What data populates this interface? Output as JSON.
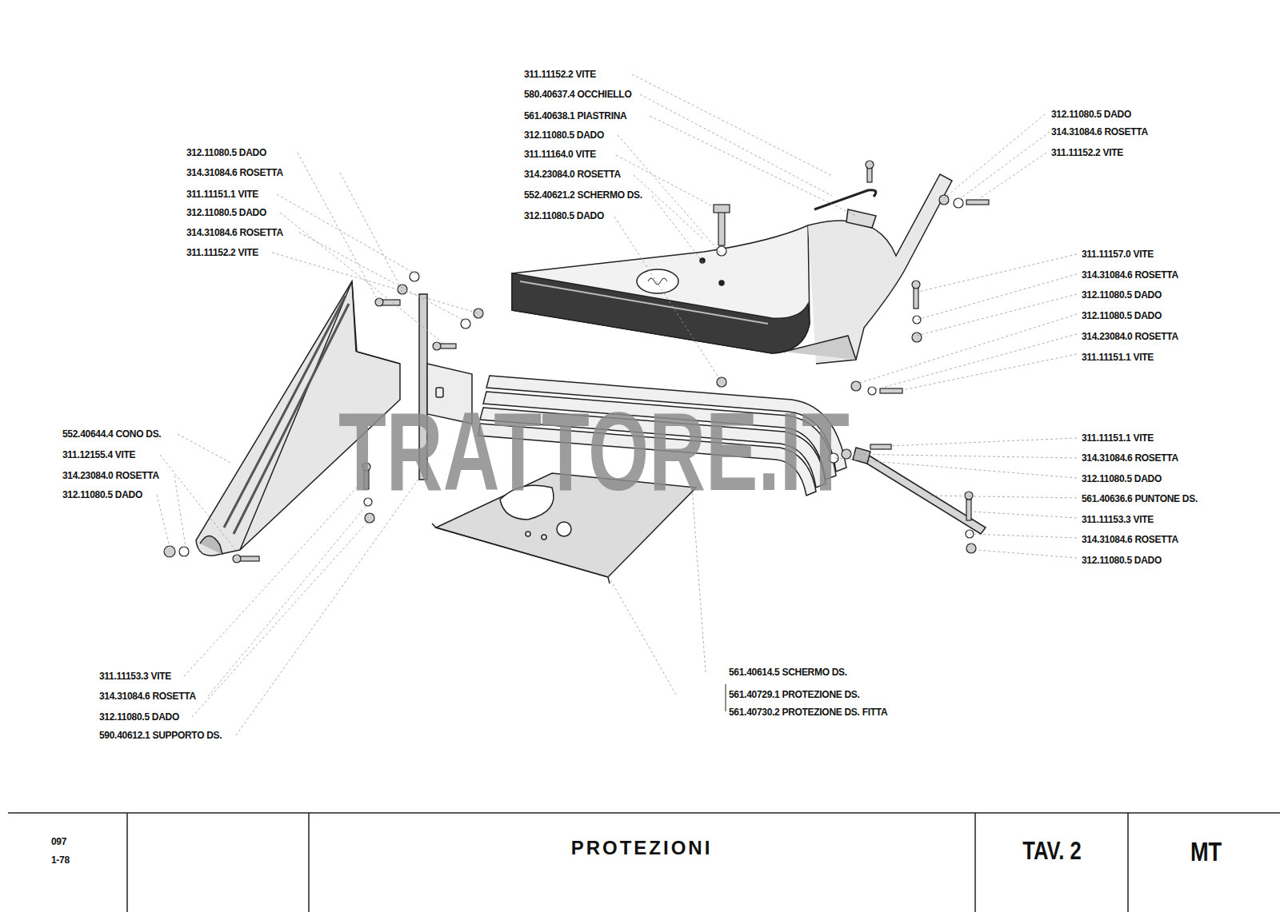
{
  "diagram": {
    "title": "PROTEZIONI",
    "labels": [
      "311.11152.2 VITE",
      "580.40637.4 OCCHIELLO",
      "561.40638.1 PIASTRINA",
      "312.11080.5 DADO",
      "311.11164.0 VITE",
      "314.23084.0 ROSETTA",
      "552.40621.2 SCHERMO DS.",
      "312.11080.5 DADO",
      "312.11080.5 DADO",
      "314.31084.6 ROSETTA",
      "311.11151.1 VITE",
      "312.11080.5 DADO",
      "314.31084.6 ROSETTA",
      "311.11152.2 VITE",
      "312.11080.5 DADO",
      "314.31084.6 ROSETTA",
      "311.11152.2 VITE",
      "311.11157.0 VITE",
      "314.31084.6 ROSETTA",
      "312.11080.5 DADO",
      "312.11080.5 DADO",
      "314.23084.0 ROSETTA",
      "311.11151.1 VITE",
      "311.11151.1 VITE",
      "314.31084.6 ROSETTA",
      "312.11080.5 DADO",
      "561.40636.6 PUNTONE DS.",
      "311.11153.3 VITE",
      "314.31084.6 ROSETTA",
      "312.11080.5 DADO",
      "552.40644.4 CONO DS.",
      "311.12155.4 VITE",
      "314.23084.0 ROSETTA",
      "312.11080.5 DADO",
      "311.11153.3 VITE",
      "314.31084.6 ROSETTA",
      "312.11080.5 DADO",
      "590.40612.1 SUPPORTO DS.",
      "561.40614.5 SCHERMO DS.",
      "561.40729.1 PROTEZIONE DS.",
      "561.40730.2 PROTEZIONE DS. FITTA",
      "097",
      "1-78",
      "TAV. 2",
      "MT",
      "TRATTORE.IT"
    ]
  }
}
